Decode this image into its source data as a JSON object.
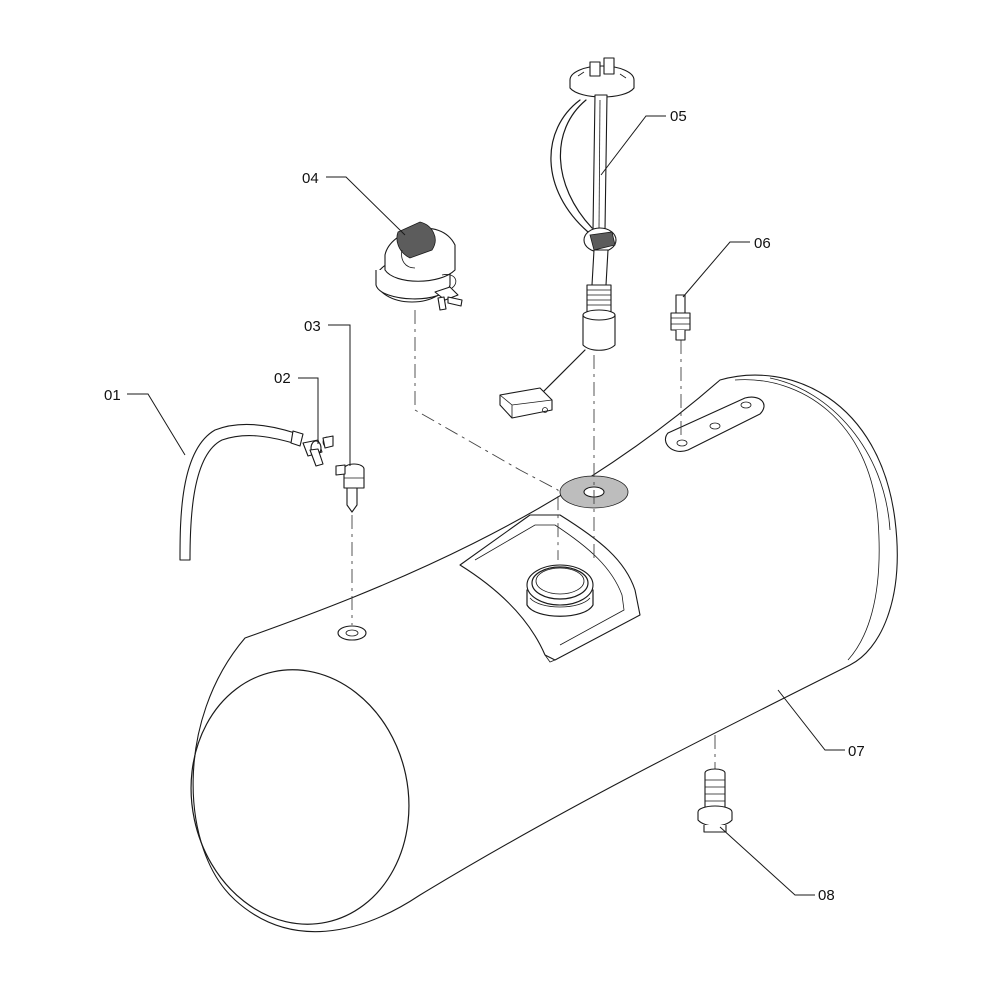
{
  "callouts": [
    {
      "id": "01",
      "text": "01"
    },
    {
      "id": "02",
      "text": "02"
    },
    {
      "id": "03",
      "text": "03"
    },
    {
      "id": "04",
      "text": "04"
    },
    {
      "id": "05",
      "text": "05"
    },
    {
      "id": "06",
      "text": "06"
    },
    {
      "id": "07",
      "text": "07"
    },
    {
      "id": "08",
      "text": "08"
    }
  ]
}
